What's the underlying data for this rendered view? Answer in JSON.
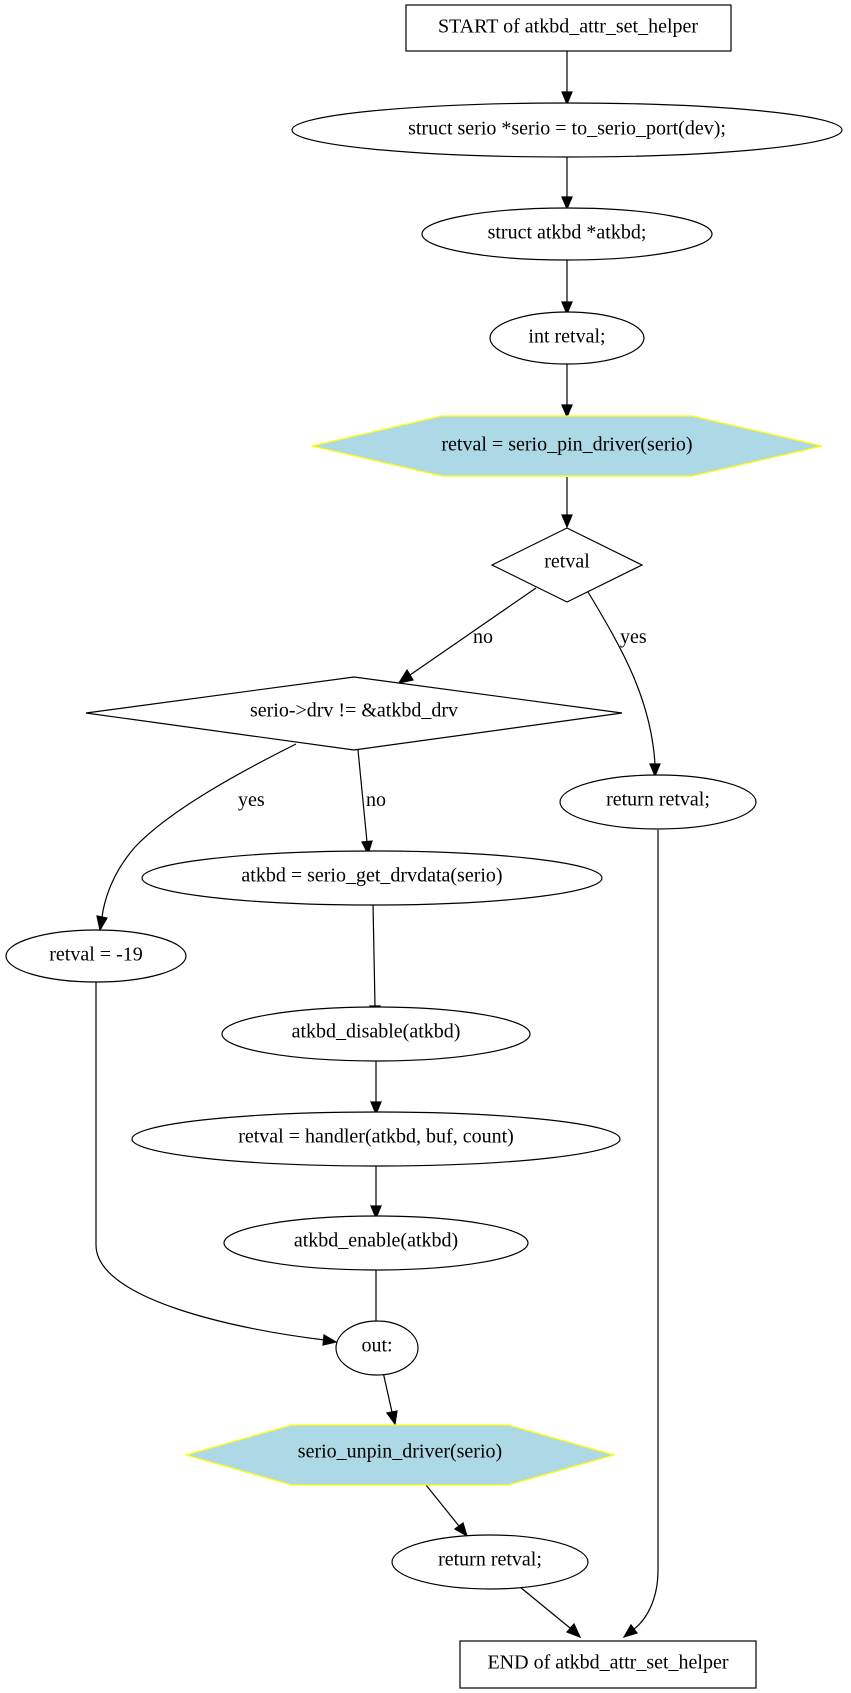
{
  "colors": {
    "hexagon_fill": "#add8e6",
    "hexagon_stroke": "#ffff00",
    "default_stroke": "#000000"
  },
  "nodes": {
    "start": "START of atkbd_attr_set_helper",
    "serio_decl": "struct serio *serio = to_serio_port(dev);",
    "atkbd_decl": "struct atkbd *atkbd;",
    "retval_decl": "int retval;",
    "pin_driver": "retval = serio_pin_driver(serio)",
    "cond_retval": "retval",
    "cond_drv": "serio->drv != &atkbd_drv",
    "return_retval_1": "return retval;",
    "retval_neg19": "retval = -19",
    "get_drvdata": "atkbd = serio_get_drvdata(serio)",
    "disable": "atkbd_disable(atkbd)",
    "handler": "retval = handler(atkbd, buf, count)",
    "enable": "atkbd_enable(atkbd)",
    "out": "out:",
    "unpin_driver": "serio_unpin_driver(serio)",
    "return_retval_2": "return retval;",
    "end": "END of atkbd_attr_set_helper"
  },
  "edge_labels": {
    "retval_no": "no",
    "retval_yes": "yes",
    "drv_yes": "yes",
    "drv_no": "no"
  }
}
